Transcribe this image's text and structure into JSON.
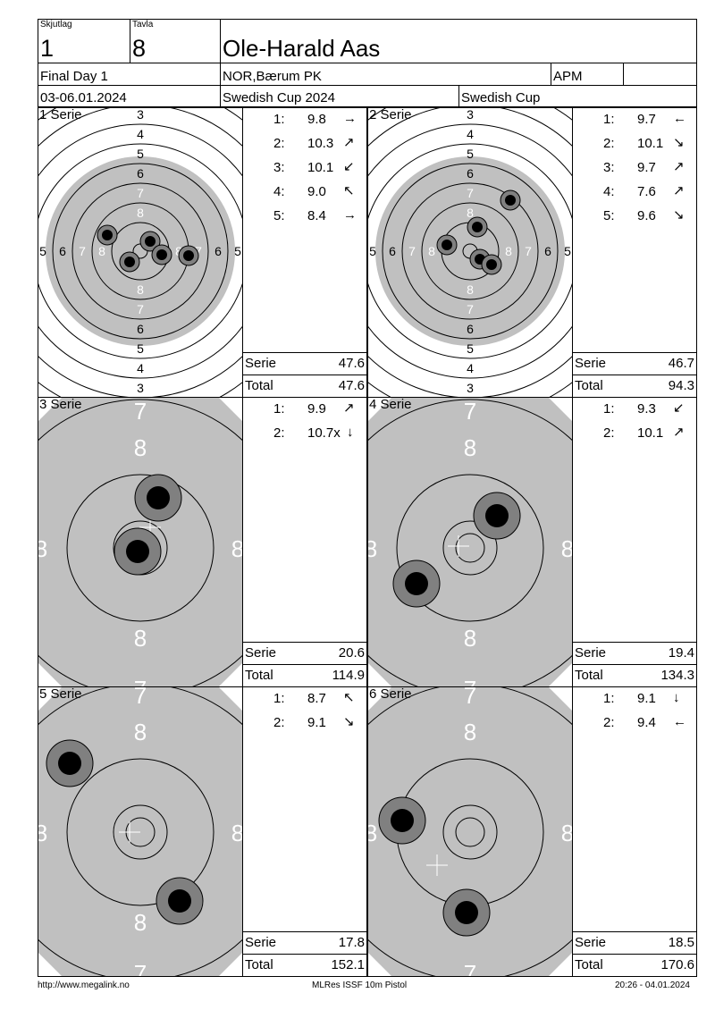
{
  "header": {
    "skjutlag_label": "Skjutlag",
    "skjutlag_value": "1",
    "tavla_label": "Tavla",
    "tavla_value": "8",
    "shooter_name": "Ole-Harald Aas",
    "event": "Final Day 1",
    "club": "NOR,Bærum PK",
    "class": "APM",
    "dates": "03-06.01.2024",
    "competition": "Swedish Cup 2024",
    "competition_short": "Swedish Cup"
  },
  "series": [
    {
      "title": "1 Serie",
      "serie_label": "Serie",
      "total_label": "Total",
      "serie_score": "47.6",
      "total_score": "47.6",
      "shots": [
        {
          "n": "1:",
          "value": "9.8",
          "arrow": "→"
        },
        {
          "n": "2:",
          "value": "10.3",
          "arrow": "↗"
        },
        {
          "n": "3:",
          "value": "10.1",
          "arrow": "↙"
        },
        {
          "n": "4:",
          "value": "9.0",
          "arrow": "↖"
        },
        {
          "n": "5:",
          "value": "8.4",
          "arrow": "→"
        }
      ]
    },
    {
      "title": "2 Serie",
      "serie_label": "Serie",
      "total_label": "Total",
      "serie_score": "46.7",
      "total_score": "94.3",
      "shots": [
        {
          "n": "1:",
          "value": "9.7",
          "arrow": "←"
        },
        {
          "n": "2:",
          "value": "10.1",
          "arrow": "↘"
        },
        {
          "n": "3:",
          "value": "9.7",
          "arrow": "↗"
        },
        {
          "n": "4:",
          "value": "7.6",
          "arrow": "↗"
        },
        {
          "n": "5:",
          "value": "9.6",
          "arrow": "↘"
        }
      ]
    },
    {
      "title": "3 Serie",
      "serie_label": "Serie",
      "total_label": "Total",
      "serie_score": "20.6",
      "total_score": "114.9",
      "shots": [
        {
          "n": "1:",
          "value": "9.9",
          "arrow": "↗"
        },
        {
          "n": "2:",
          "value": "10.7x",
          "arrow": "↓"
        }
      ]
    },
    {
      "title": "4 Serie",
      "serie_label": "Serie",
      "total_label": "Total",
      "serie_score": "19.4",
      "total_score": "134.3",
      "shots": [
        {
          "n": "1:",
          "value": "9.3",
          "arrow": "↙"
        },
        {
          "n": "2:",
          "value": "10.1",
          "arrow": "↗"
        }
      ]
    },
    {
      "title": "5 Serie",
      "serie_label": "Serie",
      "total_label": "Total",
      "serie_score": "17.8",
      "total_score": "152.1",
      "shots": [
        {
          "n": "1:",
          "value": "8.7",
          "arrow": "↖"
        },
        {
          "n": "2:",
          "value": "9.1",
          "arrow": "↘"
        }
      ]
    },
    {
      "title": "6 Serie",
      "serie_label": "Serie",
      "total_label": "Total",
      "serie_score": "18.5",
      "total_score": "170.6",
      "shots": [
        {
          "n": "1:",
          "value": "9.1",
          "arrow": "↓"
        },
        {
          "n": "2:",
          "value": "9.4",
          "arrow": "←"
        }
      ]
    }
  ],
  "targets": {
    "ring_labels_full": [
      "3",
      "4",
      "5",
      "6",
      "7",
      "8"
    ],
    "ring_labels_zoom": [
      "7",
      "8"
    ]
  },
  "footer": {
    "url": "http://www.megalink.no",
    "software": "MLRes ISSF 10m Pistol",
    "timestamp": "20:26 - 04.01.2024"
  },
  "colors": {
    "target_gray": "#c0c0c0",
    "shot_outer_dark": "#808080",
    "shot_core": "#000000",
    "line": "#000000"
  }
}
